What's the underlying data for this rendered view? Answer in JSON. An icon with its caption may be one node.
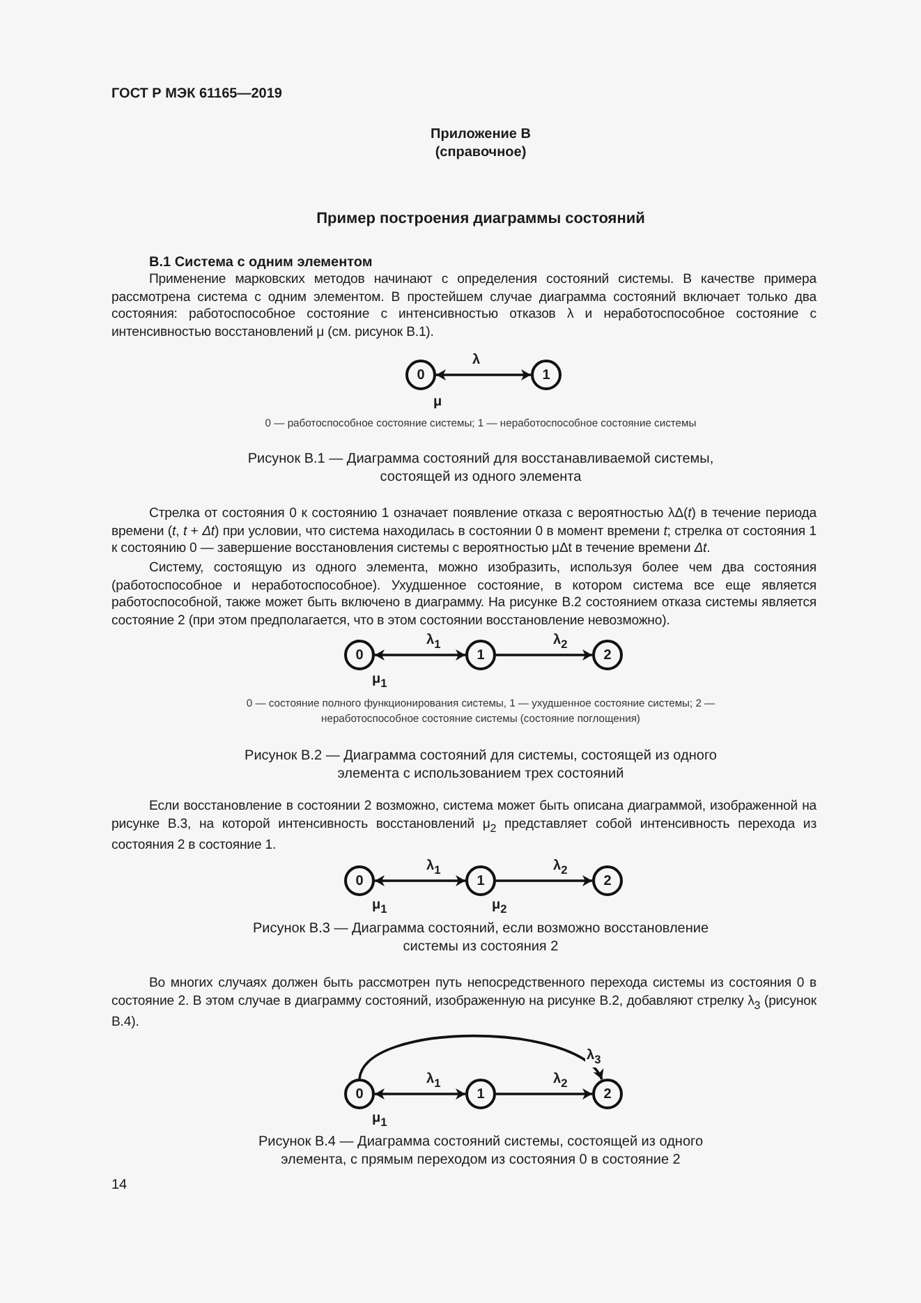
{
  "diagram": {
    "title": "Пример построения диаграммы состояний",
    "nodes": [
      {
        "text": [
          "0"
        ]
      },
      {
        "text": [
          "1"
        ]
      },
      {
        "text": [
          "0"
        ]
      },
      {
        "text": [
          "1"
        ]
      },
      {
        "text": [
          "2"
        ]
      },
      {
        "text": [
          "0"
        ]
      },
      {
        "text": [
          "1"
        ]
      },
      {
        "text": [
          "2"
        ]
      },
      {
        "text": [
          "0"
        ]
      },
      {
        "text": [
          "1"
        ]
      },
      {
        "text": [
          "2"
        ]
      }
    ],
    "edges": [
      {
        "from": 0,
        "to": 1,
        "arrow": "both",
        "label": "λ"
      },
      {
        "from": 2,
        "to": 3,
        "arrow": "both",
        "label": "λ$_{1}$"
      },
      {
        "from": 3,
        "to": 4,
        "arrow": "to",
        "label": "λ$_{2}$"
      },
      {
        "from": 5,
        "to": 6,
        "arrow": "both",
        "label": "λ$_{1}$"
      },
      {
        "from": 6,
        "to": 7,
        "arrow": "to",
        "label": "λ$_{2}$"
      },
      {
        "from": 8,
        "to": 9,
        "arrow": "both",
        "label": "λ$_{1}$"
      },
      {
        "from": 9,
        "to": 10,
        "arrow": "to",
        "label": "λ$_{2}$"
      },
      {
        "from": 8,
        "to": 10,
        "arrow": "to",
        "label": "λ$_{3}$"
      }
    ],
    "labels": [
      "ГОСТ Р МЭК 61165—2019",
      "Приложение В",
      "(справочное)",
      "В.1 Система с одним элементом",
      "Применение марковских методов начинают с определения состояний системы. В качестве примера рассмотрена система с одним элементом. В простейшем случае диаграмма состояний включает только два состояния: работоспособное состояние с интенсивностью отказов λ и неработоспособное состояние с интенсивностью восстановлений μ (см. рисунок В.1).",
      "μ",
      "0 — работоспособное состояние системы; 1 — неработоспособное состояние системы",
      "Рисунок В.1 — Диаграмма состояний для восстанавливаемой системы, состоящей из одного элемента",
      "Стрелка от состояния 0 к состоянию 1 означает появление отказа с вероятностью λΔ(*t*) в течение периода времени (*t*, *t* + *Δt*) при условии, что система находилась в состоянии 0 в момент времени *t*; стрелка от состояния 1 к состоянию 0 — завершение восстановления системы с вероятностью μΔt в течение времени *Δt*.",
      "Систему, состоящую из одного элемента, можно изобразить, используя более чем два состояния (работоспособное и неработоспособное). Ухудшенное состояние, в котором система все еще является работоспособной, также может быть включено в диаграмму. На рисунке В.2 состоянием отказа системы является состояние 2 (при этом предполагается, что в этом состоянии восстановление невозможно).",
      "μ$_{1}$",
      "0 — состояние полного функционирования системы, 1 — ухудшенное состояние системы; 2 — неработоспособное состояние системы (состояние поглощения)",
      "Рисунок В.2 — Диаграмма состояний для системы, состоящей из одного элемента с использованием трех состояний",
      "Если восстановление в состоянии 2 возможно, система может быть описана диаграммой, изображенной на рисунке В.3, на которой интенсивность восстановлений μ$_{2}$ представляет собой интенсивность перехода из состояния 2 в состояние 1.",
      "μ$_{1}$",
      "μ$_{2}$",
      "Рисунок В.3 — Диаграмма состояний, если возможно восстановление системы из состояния 2",
      "Во многих случаях должен быть рассмотрен путь непосредственного перехода системы из состояния 0 в состояние 2. В этом случае в диаграмму состояний, изображенную на рисунке В.2, добавляют стрелку λ$_{3}$ (рисунок В.4).",
      "μ$_{1}$",
      "Рисунок В.4 — Диаграмма состояний системы, состоящей из одного элемента, с прямым переходом из состояния 0 в состояние 2",
      "14"
    ]
  }
}
